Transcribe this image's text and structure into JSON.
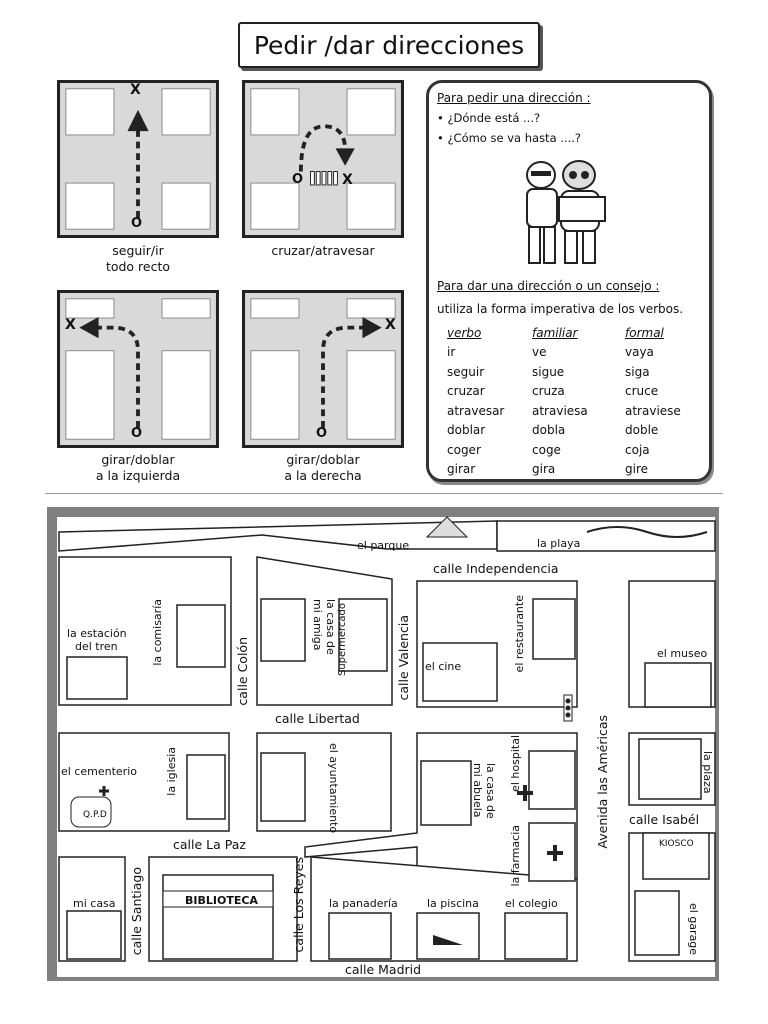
{
  "title": "Pedir /dar direcciones",
  "panels": [
    {
      "caption_line1": "seguir/ir",
      "caption_line2": "todo recto"
    },
    {
      "caption_line1": "cruzar/atravesar",
      "caption_line2": ""
    },
    {
      "caption_line1": "girar/doblar",
      "caption_line2": "a la izquierda"
    },
    {
      "caption_line1": "girar/doblar",
      "caption_line2": "a la derecha"
    }
  ],
  "marks": {
    "start": "O",
    "end": "X"
  },
  "info": {
    "ask_heading": "Para pedir una dirección :",
    "ask_q1": "• ¿Dónde está ...?",
    "ask_q2": "• ¿Cómo se va hasta ....?",
    "give_heading": "Para dar una dirección o un consejo :",
    "give_text": "utiliza  la forma imperativa de los verbos.",
    "table_headers": [
      "verbo",
      "familiar",
      "formal"
    ],
    "table_rows": [
      [
        "ir",
        "ve",
        "vaya"
      ],
      [
        "seguir",
        "sigue",
        "siga"
      ],
      [
        "cruzar",
        "cruza",
        "cruce"
      ],
      [
        "atravesar",
        "atraviesa",
        "atraviese"
      ],
      [
        "doblar",
        "dobla",
        "doble"
      ],
      [
        "coger",
        "coge",
        "coja"
      ],
      [
        "girar",
        "gira",
        "gire"
      ]
    ]
  },
  "map": {
    "streets": {
      "independencia": "calle Independencia",
      "libertad": "calle Libertad",
      "lapaz": "calle La Paz",
      "madrid": "calle Madrid",
      "isabel": "calle  Isabél",
      "colon": "calle Colón",
      "valencia": "calle Valencia",
      "santiago": "calle Santiago",
      "losreyes": "calle Los Reyes",
      "americas": "Avenida las Américas"
    },
    "places": {
      "parque": "el parque",
      "playa": "la playa",
      "estacion1": "la estación",
      "estacion2": "del tren",
      "comisaria": "la comisaría",
      "casa_amiga": "la casa de mi amiga",
      "supermercado": "Supermercado",
      "cine": "el cine",
      "restaurante": "el restaurante",
      "museo": "el museo",
      "cementerio": "el cementerio",
      "iglesia": "la iglesia",
      "ayuntamiento": "el ayuntamiento",
      "casa_abuela": "la casa de mi abuela",
      "hospital": "el hospital",
      "farmacia": "la farmacia",
      "plaza": "la plaza",
      "mi_casa": "mi casa",
      "biblioteca": "BIBLIOTECA",
      "panaderia": "la panadería",
      "piscina": "la piscina",
      "colegio": "el colegio",
      "garage": "el garage",
      "kiosco": "KIOSCO",
      "rip": "Q.P.D"
    }
  }
}
